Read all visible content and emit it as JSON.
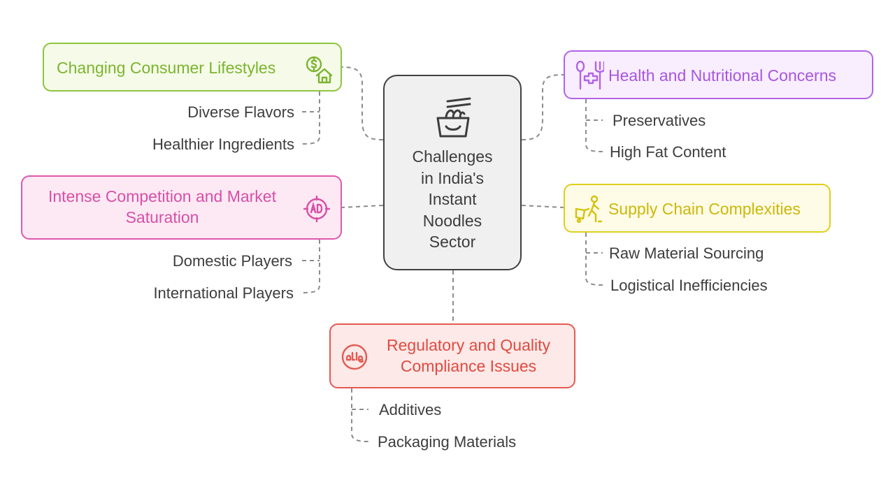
{
  "center": {
    "label": "Challenges in India's Instant Noodles Sector",
    "lines": [
      "Challenges",
      "in India's",
      "Instant",
      "Noodles",
      "Sector"
    ],
    "icon": "noodle-box-icon"
  },
  "branches": {
    "lifestyles": {
      "title": "Changing Consumer Lifestyles",
      "color": "#8dc53f",
      "icon": "money-house-icon",
      "items": [
        "Diverse Flavors",
        "Healthier Ingredients"
      ]
    },
    "health": {
      "title": "Health and Nutritional Concerns",
      "color": "#b463e8",
      "icon": "fork-medical-icon",
      "items": [
        "Preservatives",
        "High Fat Content"
      ]
    },
    "competition": {
      "title_lines": [
        "Intense Competition and Market",
        "Saturation"
      ],
      "color": "#df58ad",
      "icon": "ad-target-icon",
      "items": [
        "Domestic Players",
        "International Players"
      ]
    },
    "supply": {
      "title": "Supply Chain Complexities",
      "color": "#d4c20a",
      "icon": "cart-worker-icon",
      "items": [
        "Raw Material Sourcing",
        "Logistical Inefficiencies"
      ]
    },
    "regulatory": {
      "title_lines": [
        "Regulatory and Quality",
        "Compliance Issues"
      ],
      "color": "#e35a52",
      "icon": "halal-badge-icon",
      "items": [
        "Additives",
        "Packaging Materials"
      ]
    }
  },
  "connector_color": "#8c8c8c"
}
